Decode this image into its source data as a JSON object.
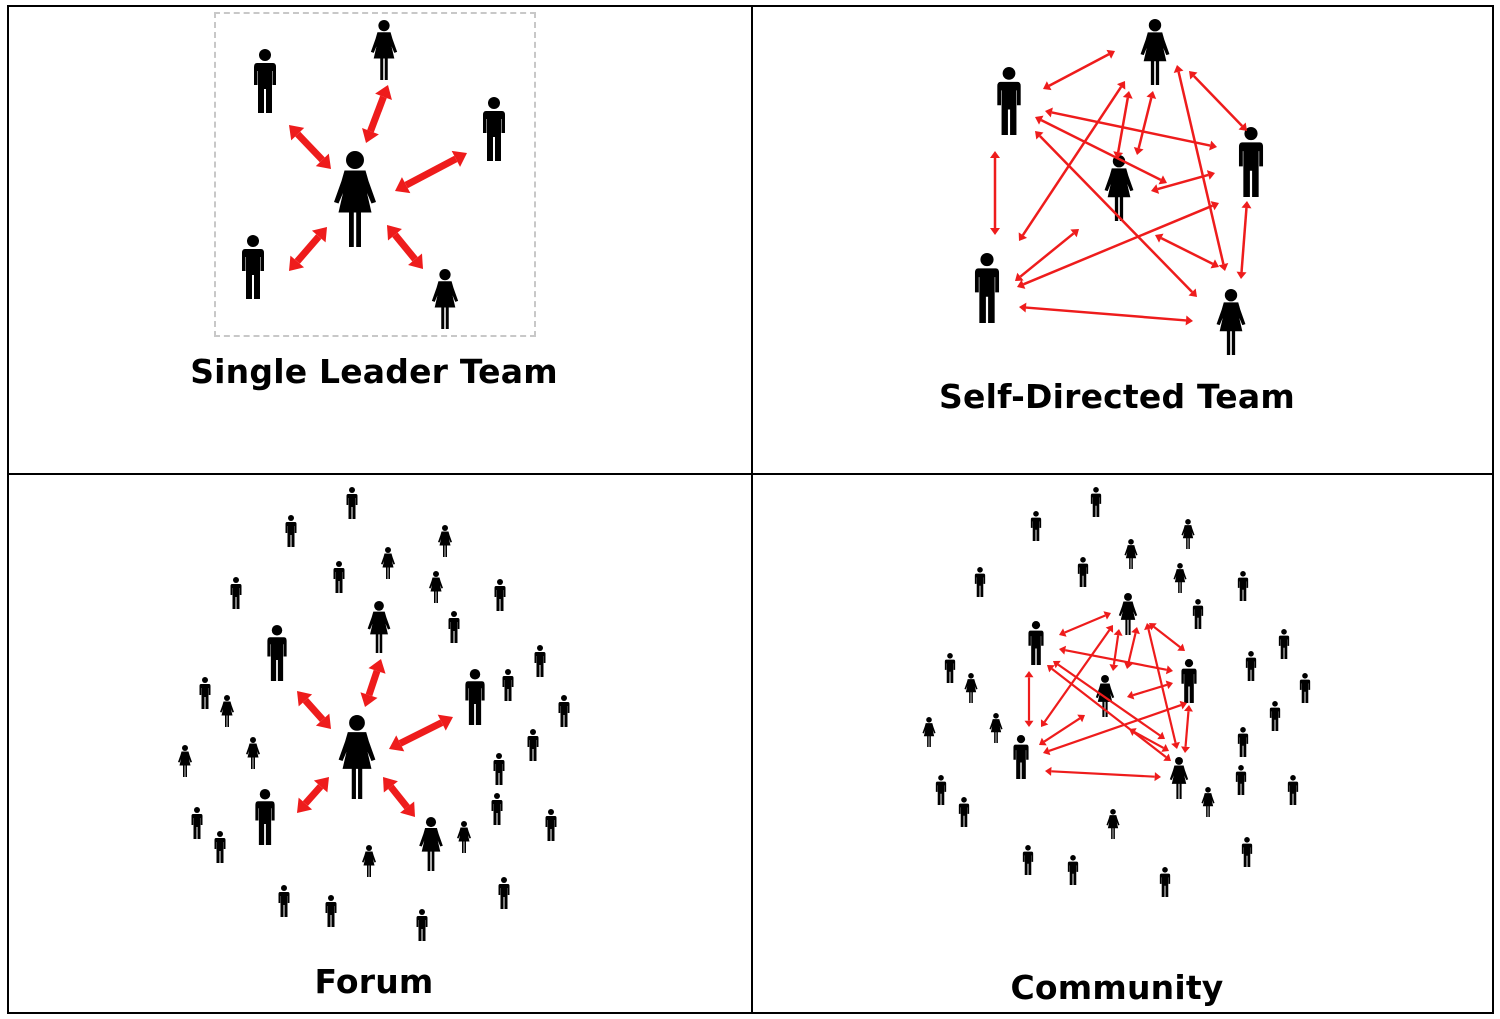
{
  "panels": [
    {
      "id": "single-leader-team",
      "label": "Single Leader Team"
    },
    {
      "id": "self-directed-team",
      "label": "Self-Directed Team"
    },
    {
      "id": "forum",
      "label": "Forum"
    },
    {
      "id": "community",
      "label": "Community"
    }
  ],
  "colors": {
    "arrow": "#ee1c1c",
    "person": "#000000",
    "border": "#000000",
    "frame": "#c8c8c8"
  },
  "icons": [
    "man-icon",
    "woman-icon",
    "double-arrow-icon"
  ]
}
